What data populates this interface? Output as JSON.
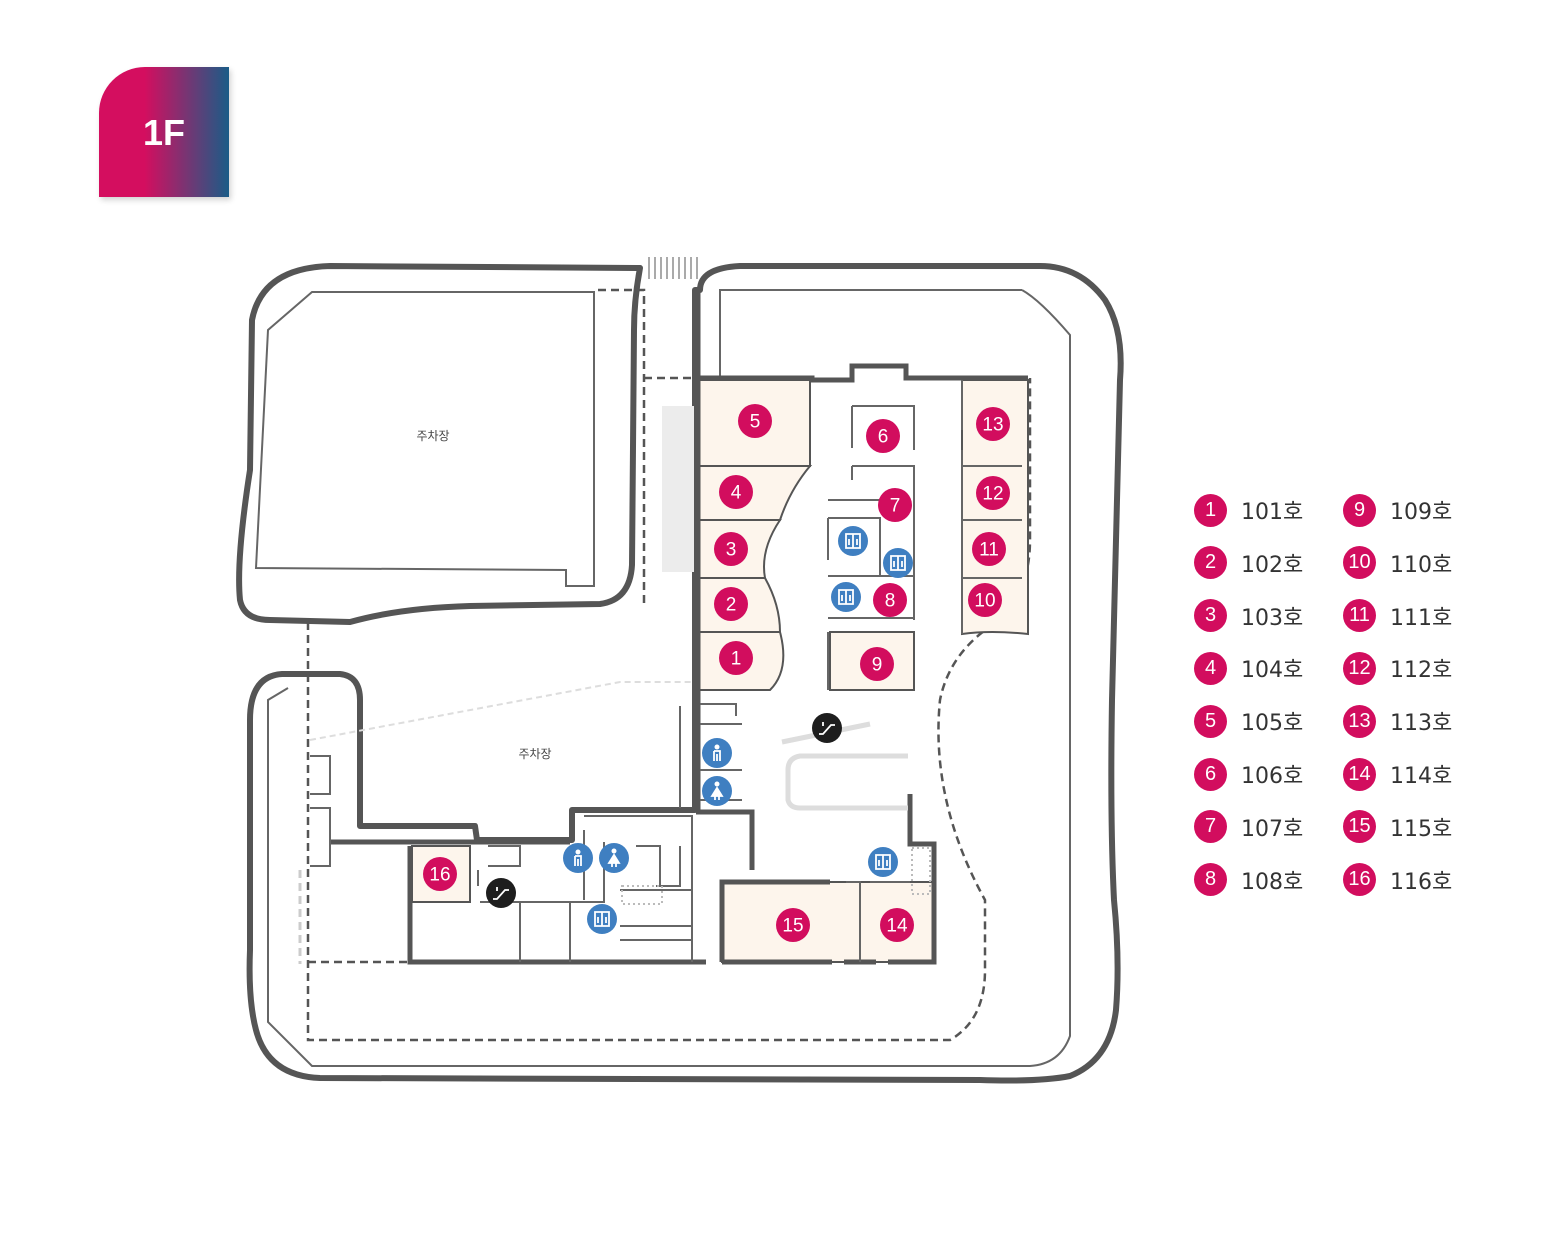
{
  "floor": {
    "label": "1F",
    "gradient_start": "#d40e5f",
    "gradient_end": "#1a5c87"
  },
  "colors": {
    "marker": "#d20d5e",
    "wall": "#555555",
    "room_fill": "#fdf5ec",
    "facility": "#3f7fc1",
    "escalator": "#1e1e1e"
  },
  "areas": {
    "parking_north": "주차장",
    "parking_center": "주차장"
  },
  "rooms": [
    {
      "num": "1"
    },
    {
      "num": "2"
    },
    {
      "num": "3"
    },
    {
      "num": "4"
    },
    {
      "num": "5"
    },
    {
      "num": "6"
    },
    {
      "num": "7"
    },
    {
      "num": "8"
    },
    {
      "num": "9"
    },
    {
      "num": "10"
    },
    {
      "num": "11"
    },
    {
      "num": "12"
    },
    {
      "num": "13"
    },
    {
      "num": "14"
    },
    {
      "num": "15"
    },
    {
      "num": "16"
    }
  ],
  "facilities": [
    "elevator-icon",
    "restroom-male-icon",
    "restroom-female-icon",
    "escalator-icon"
  ],
  "legend": [
    {
      "num": "1",
      "label": "101호"
    },
    {
      "num": "2",
      "label": "102호"
    },
    {
      "num": "3",
      "label": "103호"
    },
    {
      "num": "4",
      "label": "104호"
    },
    {
      "num": "5",
      "label": "105호"
    },
    {
      "num": "6",
      "label": "106호"
    },
    {
      "num": "7",
      "label": "107호"
    },
    {
      "num": "8",
      "label": "108호"
    },
    {
      "num": "9",
      "label": "109호"
    },
    {
      "num": "10",
      "label": "110호"
    },
    {
      "num": "11",
      "label": "111호"
    },
    {
      "num": "12",
      "label": "112호"
    },
    {
      "num": "13",
      "label": "113호"
    },
    {
      "num": "14",
      "label": "114호"
    },
    {
      "num": "15",
      "label": "115호"
    },
    {
      "num": "16",
      "label": "116호"
    }
  ]
}
